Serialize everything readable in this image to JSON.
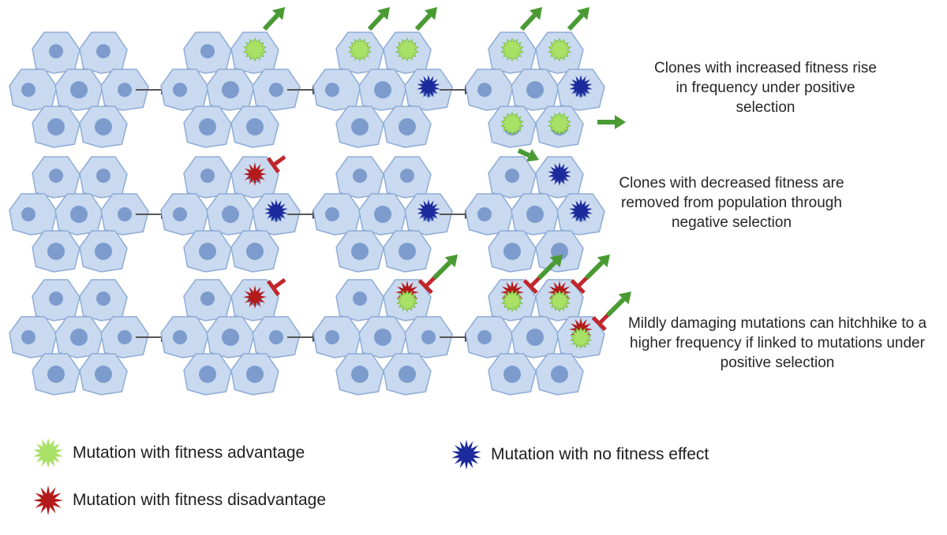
{
  "colors": {
    "cell_fill": "#c9d9ef",
    "cell_stroke": "#8eacd6",
    "nucleus": "#7d9ccd",
    "advantage": "#a9e066",
    "advantage_stroke": "#7cbf45",
    "disadvantage": "#b31a1a",
    "neutral": "#1c2a9c",
    "select_arrow": "#4a9a34",
    "block_marker": "#c0272d",
    "step_arrow": "#555555"
  },
  "rows": [
    {
      "id": "positive-selection",
      "caption": "Clones with increased fitness rise in frequency under positive selection",
      "stages": [
        {
          "mutations": [],
          "arrows": []
        },
        {
          "mutations": [
            {
              "cell": 1,
              "type": "advantage"
            }
          ],
          "arrows": [
            {
              "kind": "up",
              "cell": 1
            }
          ]
        },
        {
          "mutations": [
            {
              "cell": 0,
              "type": "advantage"
            },
            {
              "cell": 1,
              "type": "advantage"
            },
            {
              "cell": 4,
              "type": "neutral"
            }
          ],
          "arrows": [
            {
              "kind": "up",
              "cell": 0
            },
            {
              "kind": "up",
              "cell": 1
            }
          ]
        },
        {
          "mutations": [
            {
              "cell": 0,
              "type": "advantage"
            },
            {
              "cell": 1,
              "type": "advantage"
            },
            {
              "cell": 4,
              "type": "neutral"
            },
            {
              "cell": 5,
              "type": "advantage"
            },
            {
              "cell": 6,
              "type": "advantage"
            }
          ],
          "arrows": [
            {
              "kind": "up",
              "cell": 0
            },
            {
              "kind": "up",
              "cell": 1
            },
            {
              "kind": "right",
              "cell": 6
            },
            {
              "kind": "down",
              "cell": 5
            }
          ]
        }
      ]
    },
    {
      "id": "negative-selection",
      "caption": "Clones with decreased fitness are removed from population through negative selection",
      "stages": [
        {
          "mutations": [],
          "arrows": []
        },
        {
          "mutations": [
            {
              "cell": 1,
              "type": "disadvantage"
            },
            {
              "cell": 4,
              "type": "neutral"
            }
          ],
          "arrows": [
            {
              "kind": "block",
              "cell": 1
            }
          ]
        },
        {
          "mutations": [
            {
              "cell": 4,
              "type": "neutral"
            }
          ],
          "arrows": []
        },
        {
          "mutations": [
            {
              "cell": 1,
              "type": "neutral"
            },
            {
              "cell": 4,
              "type": "neutral"
            }
          ],
          "arrows": []
        }
      ]
    },
    {
      "id": "hitchhiking",
      "caption": "Mildly damaging mutations can hitchhike to a higher frequency if linked to mutations under positive selection",
      "stages": [
        {
          "mutations": [],
          "arrows": []
        },
        {
          "mutations": [
            {
              "cell": 1,
              "type": "disadvantage"
            }
          ],
          "arrows": [
            {
              "kind": "block",
              "cell": 1
            }
          ]
        },
        {
          "mutations": [
            {
              "cell": 1,
              "type": "linked"
            }
          ],
          "arrows": [
            {
              "kind": "block-up",
              "cell": 1
            }
          ]
        },
        {
          "mutations": [
            {
              "cell": 0,
              "type": "linked"
            },
            {
              "cell": 1,
              "type": "linked"
            },
            {
              "cell": 4,
              "type": "linked"
            }
          ],
          "arrows": [
            {
              "kind": "block-up",
              "cell": 0
            },
            {
              "kind": "block-up",
              "cell": 1
            },
            {
              "kind": "block-up",
              "cell": 4
            }
          ]
        }
      ]
    }
  ],
  "legend": {
    "advantage": "Mutation with fitness advantage",
    "disadvantage": "Mutation with fitness disadvantage",
    "neutral": "Mutation with no fitness effect"
  }
}
